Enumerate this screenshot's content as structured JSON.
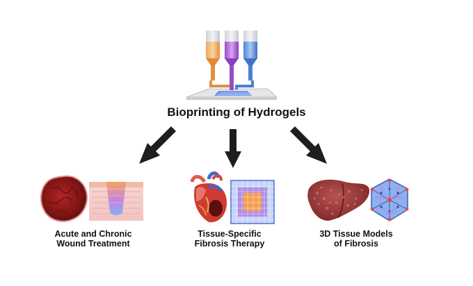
{
  "title": "Bioprinting of Hydrogels",
  "applications": [
    {
      "line1": "Acute and Chronic",
      "line2": "Wound Treatment"
    },
    {
      "line1": "Tissue-Specific",
      "line2": "Fibrosis Therapy"
    },
    {
      "line1": "3D Tissue Models",
      "line2": "of Fibrosis"
    }
  ],
  "colors": {
    "orange_ink": "#f5a24b",
    "purple_ink": "#a657d4",
    "blue_ink": "#5b8fe0",
    "arrow": "#1e1e1e",
    "wound": "#8b1a1a",
    "liver": "#9a3a3a"
  },
  "icons": [
    "nozzle-icon",
    "printing-plate-icon",
    "arrow-icon",
    "wound-icon",
    "skin-section-icon",
    "heart-icon",
    "scaffold-icon",
    "liver-icon",
    "hexagon-tissue-icon"
  ]
}
